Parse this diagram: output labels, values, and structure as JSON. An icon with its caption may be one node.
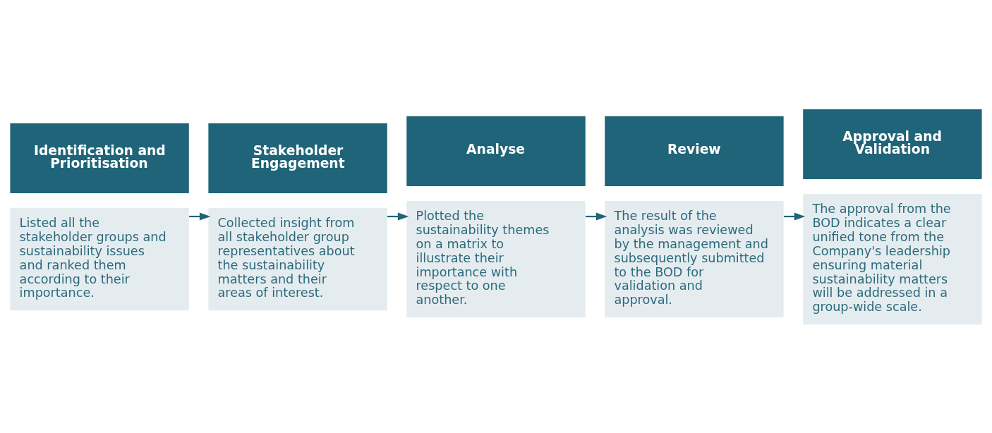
{
  "diagram": {
    "nodes": [
      {
        "text": [
          "Identification and Prioritisation",
          "Listed all the stakeholder groups and sustainability issues and ranked them according to their importance."
        ]
      },
      {
        "text": [
          "Stakeholder Engagement",
          "Collected insight from all stakeholder group representatives about the sustainability matters and their areas of interest."
        ]
      },
      {
        "text": [
          "Analyse",
          "Plotted the sustainability themes on a matrix to illustrate their importance with respect to one another."
        ]
      },
      {
        "text": [
          "Review",
          "The result of the analysis was reviewed by the management and subsequently submitted to the BOD for validation and approval."
        ]
      },
      {
        "text": [
          "Approval and Validation",
          "The approval from the BOD indicates a clear unified tone from the Company's leadership ensuring material sustainability matters will be addressed in a group-wide scale."
        ]
      }
    ],
    "edges": [
      {
        "from": 0,
        "to": 1,
        "arrow": "to"
      },
      {
        "from": 1,
        "to": 2,
        "arrow": "to"
      },
      {
        "from": 2,
        "to": 3,
        "arrow": "to"
      },
      {
        "from": 3,
        "to": 4,
        "arrow": "to"
      }
    ]
  }
}
